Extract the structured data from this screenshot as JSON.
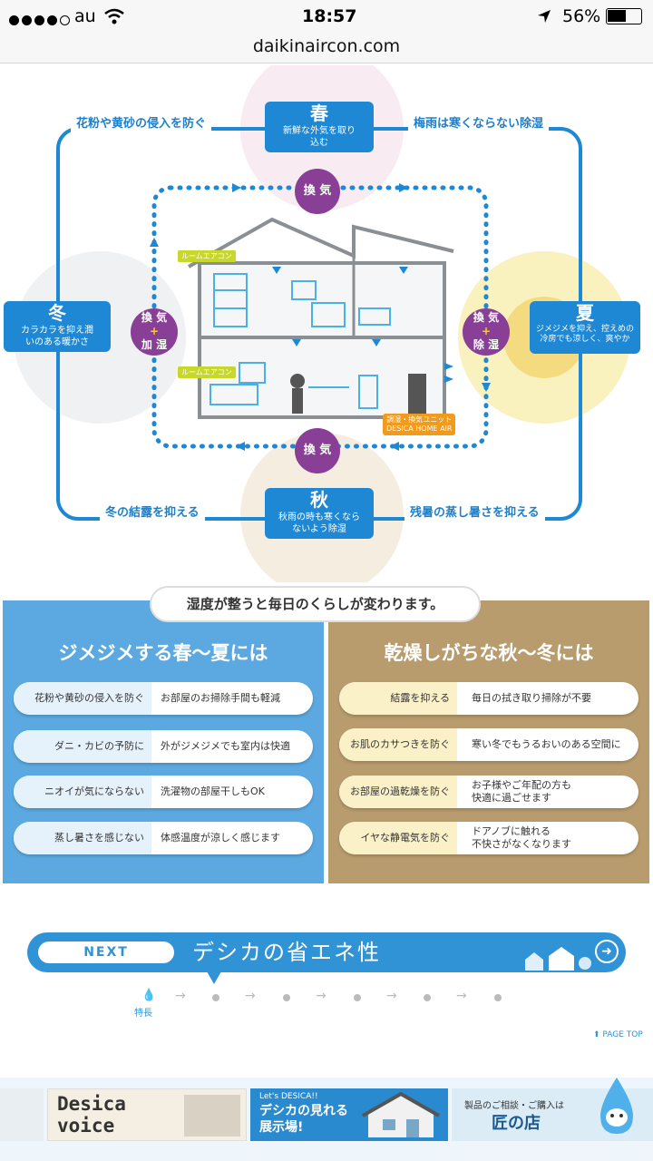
{
  "status_bar": {
    "carrier": "au",
    "time": "18:57",
    "battery": "56%"
  },
  "url": "daikinaircon.com",
  "diagram": {
    "spring": {
      "title": "春",
      "desc": "新鮮な外気を取り込む"
    },
    "summer": {
      "title": "夏",
      "desc": "ジメジメを抑え、控えめの冷房でも涼しく、爽やか"
    },
    "autumn": {
      "title": "秋",
      "desc": "秋雨の時も寒くならないよう除湿"
    },
    "winter": {
      "title": "冬",
      "desc": "カラカラを抑え潤いのある暖かさ"
    },
    "cycle": {
      "top_left": "花粉や黄砂の侵入を防ぐ",
      "top_right": "梅雨は寒くならない除湿",
      "bottom_left": "冬の結露を抑える",
      "bottom_right": "残暑の蒸し暑さを抑える"
    },
    "vent_top": "換 気",
    "vent_bottom": "換 気",
    "left_circle": [
      "換 気",
      "+",
      "加 湿"
    ],
    "right_circle": [
      "換 気",
      "+",
      "除 湿"
    ],
    "room_ac_1": "ルームエアコン",
    "room_ac_2": "ルームエアコン",
    "unit": [
      "調湿・換気ユニット",
      "DESICA HOME AIR"
    ]
  },
  "compare": {
    "header": "湿度が整うと毎日のくらしが変わります。",
    "left": {
      "title": "ジメジメする春〜夏には",
      "rows": [
        {
          "label": "花粉や黄砂の侵入を防ぐ",
          "value": "お部屋のお掃除手間も軽減"
        },
        {
          "label": "ダニ・カビの予防に",
          "value": "外がジメジメでも室内は快適"
        },
        {
          "label": "ニオイが気にならない",
          "value": "洗濯物の部屋干しもOK"
        },
        {
          "label": "蒸し暑さを感じない",
          "value": "体感温度が涼しく感じます"
        }
      ]
    },
    "right": {
      "title": "乾燥しがちな秋〜冬には",
      "rows": [
        {
          "label": "結露を抑える",
          "value": "毎日の拭き取り掃除が不要"
        },
        {
          "label": "お肌のカサつきを防ぐ",
          "value": "寒い冬でもうるおいのある空間に"
        },
        {
          "label": "お部屋の過乾燥を防ぐ",
          "value": "お子様やご年配の方も",
          "value2": "快適に過ごせます"
        },
        {
          "label": "イヤな静電気を防ぐ",
          "value": "ドアノブに触れる",
          "value2": "不快さがなくなります"
        }
      ]
    }
  },
  "next": {
    "pill": "NEXT",
    "title": "デシカの省エネ性"
  },
  "steps": {
    "current_label": "特長"
  },
  "page_top": "PAGE TOP",
  "banners": {
    "voice": [
      "Desica",
      "voice"
    ],
    "showroom_small": "Let's DESICA!!",
    "showroom": [
      "デシカの見れる",
      "展示場!"
    ],
    "consult": "製品のご相談・ご購入は",
    "shop": "匠の店"
  },
  "colors": {
    "accent_blue": "#1e88d4",
    "purple": "#8a3f97",
    "summer_panel": "#5ba9e0",
    "winter_panel": "#b89c6d"
  }
}
